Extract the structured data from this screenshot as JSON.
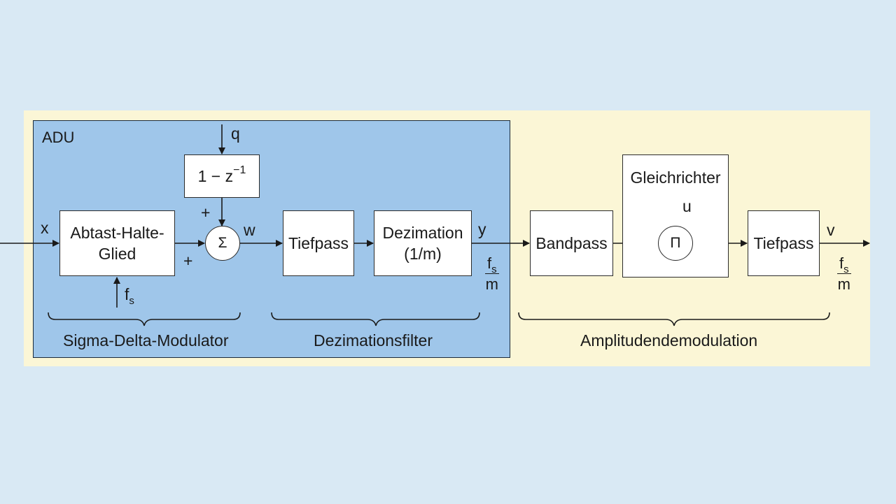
{
  "panels": {
    "adu_label": "ADU"
  },
  "blocks": {
    "abtast": {
      "line1": "Abtast-Halte-",
      "line2": "Glied"
    },
    "diff": {
      "main": "1 − z",
      "exp": "−1"
    },
    "sum": "Σ",
    "tiefpass1": "Tiefpass",
    "dezimation": {
      "line1": "Dezimation",
      "line2": "(1/m)"
    },
    "bandpass": "Bandpass",
    "gleichrichter": "Gleichrichter",
    "mult": "Π",
    "tiefpass2": "Tiefpass"
  },
  "signals": {
    "x": "x",
    "q": "q",
    "w": "w",
    "y": "y",
    "u": "u",
    "v": "v",
    "plus": "+",
    "fs_main": "f",
    "fs_sub": "s",
    "m": "m"
  },
  "groups": {
    "sigma_delta": "Sigma-Delta-Modulator",
    "dezimationsfilter": "Dezimationsfilter",
    "amplitudendemodulation": "Amplitudendemodulation"
  },
  "colors": {
    "background": "#d9e9f4",
    "outer_panel": "#fbf6d6",
    "adu_panel": "#9fc6ea",
    "block_fill": "#ffffff",
    "line": "#1a1a1a"
  }
}
